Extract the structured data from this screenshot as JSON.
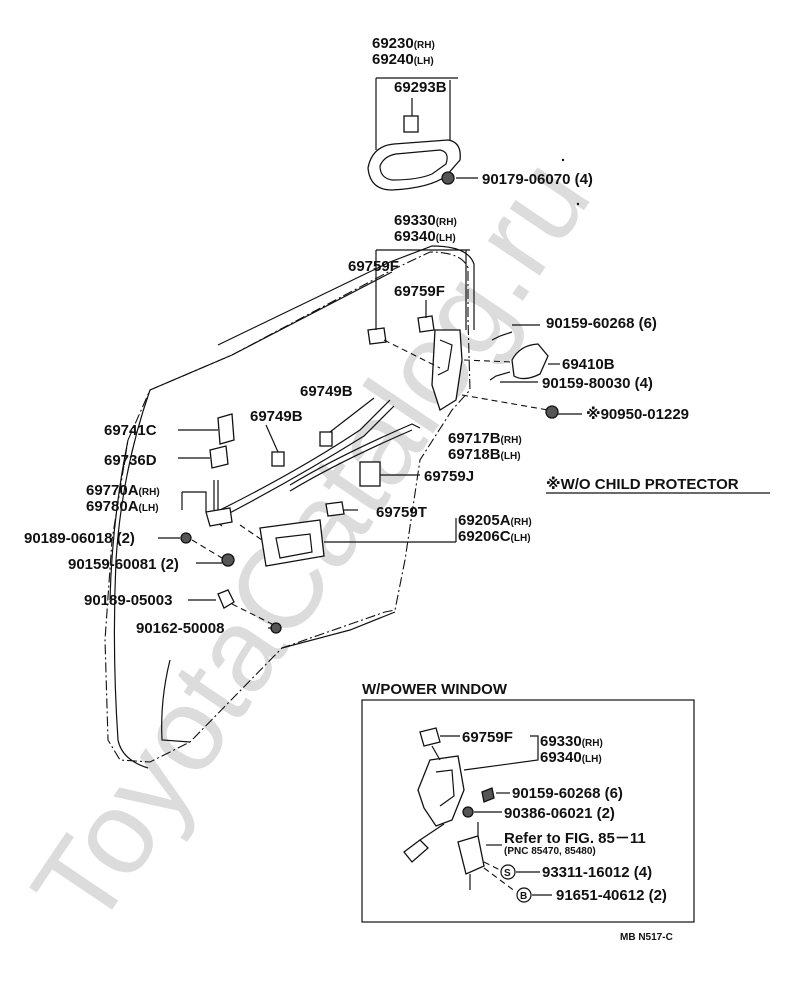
{
  "watermark": "ToyotaCatalog.ru",
  "drawing_code": "MB N517-C",
  "main_labels": {
    "p69230": "69230",
    "p69230_sfx": "(RH)",
    "p69240": "69240",
    "p69240_sfx": "(LH)",
    "p69293B": "69293B",
    "p90179": "90179-06070 (4)",
    "p69330": "69330",
    "p69330_sfx": "(RH)",
    "p69340": "69340",
    "p69340_sfx": "(LH)",
    "p69759F_a": "69759F",
    "p69759F_b": "69759F",
    "p90159_60268": "90159-60268 (6)",
    "p69410B": "69410B",
    "p90159_80030": "90159-80030 (4)",
    "p90950": "※90950-01229",
    "p69749B_a": "69749B",
    "p69749B_b": "69749B",
    "p69741C": "69741C",
    "p69717B": "69717B",
    "p69717B_sfx": "(RH)",
    "p69718B": "69718B",
    "p69718B_sfx": "(LH)",
    "p69736D": "69736D",
    "p69759J": "69759J",
    "p69770A": "69770A",
    "p69770A_sfx": "(RH)",
    "p69780A": "69780A",
    "p69780A_sfx": "(LH)",
    "p69759T": "69759T",
    "p69205A": "69205A",
    "p69205A_sfx": "(RH)",
    "p69206C": "69206C",
    "p69206C_sfx": "(LH)",
    "p90189_06018": "90189-06018 (2)",
    "p90159_60081": "90159-60081 (2)",
    "p90189_05003": "90189-05003",
    "p90162_50008": "90162-50008"
  },
  "note_child": "※W/O CHILD PROTECTOR",
  "inset": {
    "title": "W/POWER WINDOW",
    "p69759F": "69759F",
    "p69330": "69330",
    "p69330_sfx": "(RH)",
    "p69340": "69340",
    "p69340_sfx": "(LH)",
    "p90159_60268": "90159-60268 (6)",
    "p90386": "90386-06021 (2)",
    "refer": "Refer to FIG. 85－11",
    "pnc": "(PNC 85470, 85480)",
    "p93311": "93311-16012 (4)",
    "p91651": "91651-40612 (2)",
    "mark_s": "S",
    "mark_b": "B"
  }
}
